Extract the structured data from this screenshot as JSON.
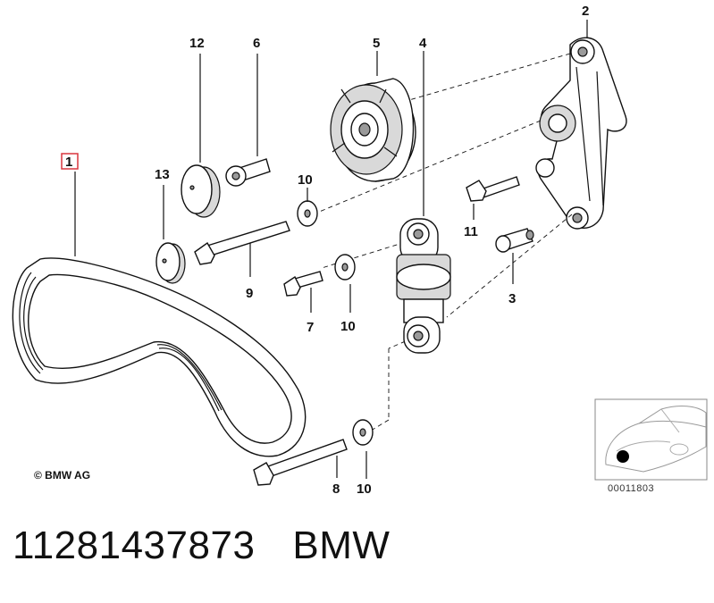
{
  "diagram": {
    "callouts": {
      "c1": "1",
      "c2": "2",
      "c3": "3",
      "c4": "4",
      "c5": "5",
      "c6": "6",
      "c7": "7",
      "c8": "8",
      "c9": "9",
      "c10a": "10",
      "c10b": "10",
      "c10c": "10",
      "c11": "11",
      "c12": "12",
      "c13": "13"
    },
    "copyright": "© BMW AG",
    "thumbnail_code": "00011803",
    "highlight_color": "#d9363e"
  },
  "footer": {
    "part_number": "11281437873",
    "brand": "BMW"
  }
}
